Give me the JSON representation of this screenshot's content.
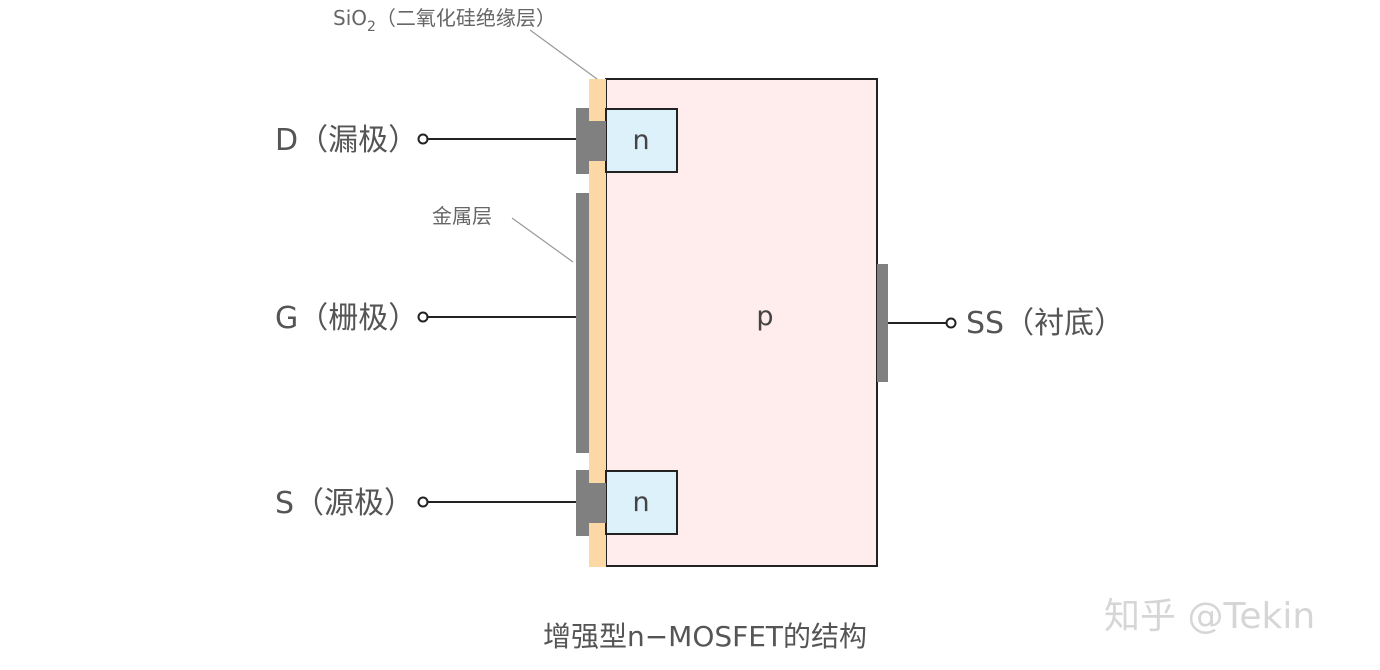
{
  "labels": {
    "drain": "D（漏极）",
    "gate": "G（栅极）",
    "source": "S（源极）",
    "substrate": "SS（衬底）",
    "oxide_prefix": "SiO",
    "oxide_subscript": "2",
    "oxide_suffix": "（二氧化硅绝缘层）",
    "metal_layer": "金属层",
    "drain_region": "n",
    "source_region": "n",
    "substrate_region": "p"
  },
  "caption": "增强型n−MOSFET的结构",
  "watermark": "知乎 @Tekin",
  "colors": {
    "substrate_fill": "#ffecec",
    "n_region_fill": "#ddf1fb",
    "oxide_fill": "#fbd8a5",
    "metal_fill": "#808080",
    "text": "#555555"
  }
}
